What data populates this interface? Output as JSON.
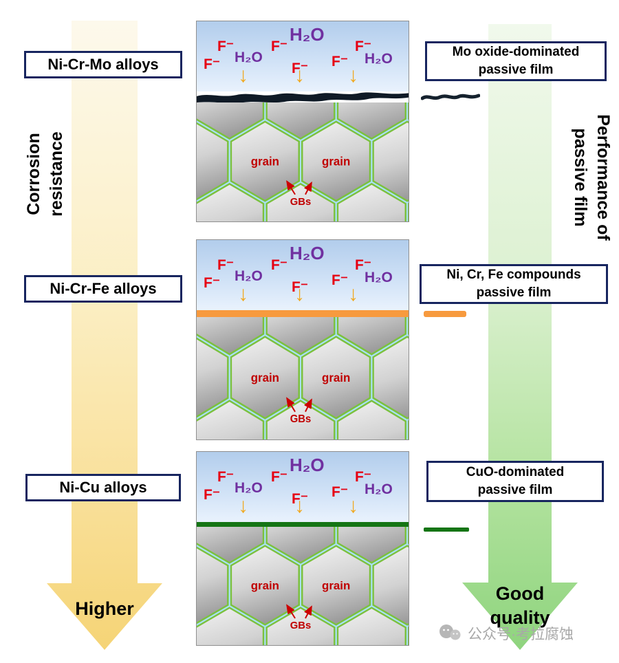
{
  "left_axis": {
    "line1": "Corrosion",
    "line2": "resistance",
    "arrow_caption": "Higher"
  },
  "right_axis": {
    "line1": "Performance of",
    "line2": "passive film",
    "caption_line1": "Good",
    "caption_line2": "quality"
  },
  "species": {
    "fluoride": "F⁻",
    "water": "H₂O"
  },
  "icons": {
    "down_arrow": "↓"
  },
  "micro": {
    "grain_label": "grain",
    "gbs_label": "GBs"
  },
  "rows": [
    {
      "alloy_label": "Ni-Cr-Mo alloys",
      "film_label_line1": "Mo oxide-dominated",
      "film_label_line2": "passive film",
      "film_color": "#101b26"
    },
    {
      "alloy_label": "Ni-Cr-Fe alloys",
      "film_label_line1": "Ni, Cr, Fe compounds",
      "film_label_line2": "passive film",
      "film_color": "#f79a3e"
    },
    {
      "alloy_label": "Ni-Cu alloys",
      "film_label_line1": "CuO-dominated",
      "film_label_line2": "passive film",
      "film_color": "#157515"
    }
  ],
  "watermark": {
    "text": "公众号·考拉腐蚀"
  },
  "colors": {
    "left_arrow_top": "#fdf9ec",
    "left_arrow_bottom": "#f5d476",
    "right_arrow_top": "#f1f9ec",
    "right_arrow_bottom": "#8fd47e",
    "grain_boundary_green": "#7cc13e",
    "grain_boundary_blue": "#a9e1f8",
    "label_border_navy": "#17255f",
    "fluoride_red": "#e60012",
    "water_purple": "#7030a0",
    "ion_arrow_yellow": "#f0a81f",
    "grain_text_red": "#c00000",
    "sky_blue_top": "#b2cdec"
  }
}
